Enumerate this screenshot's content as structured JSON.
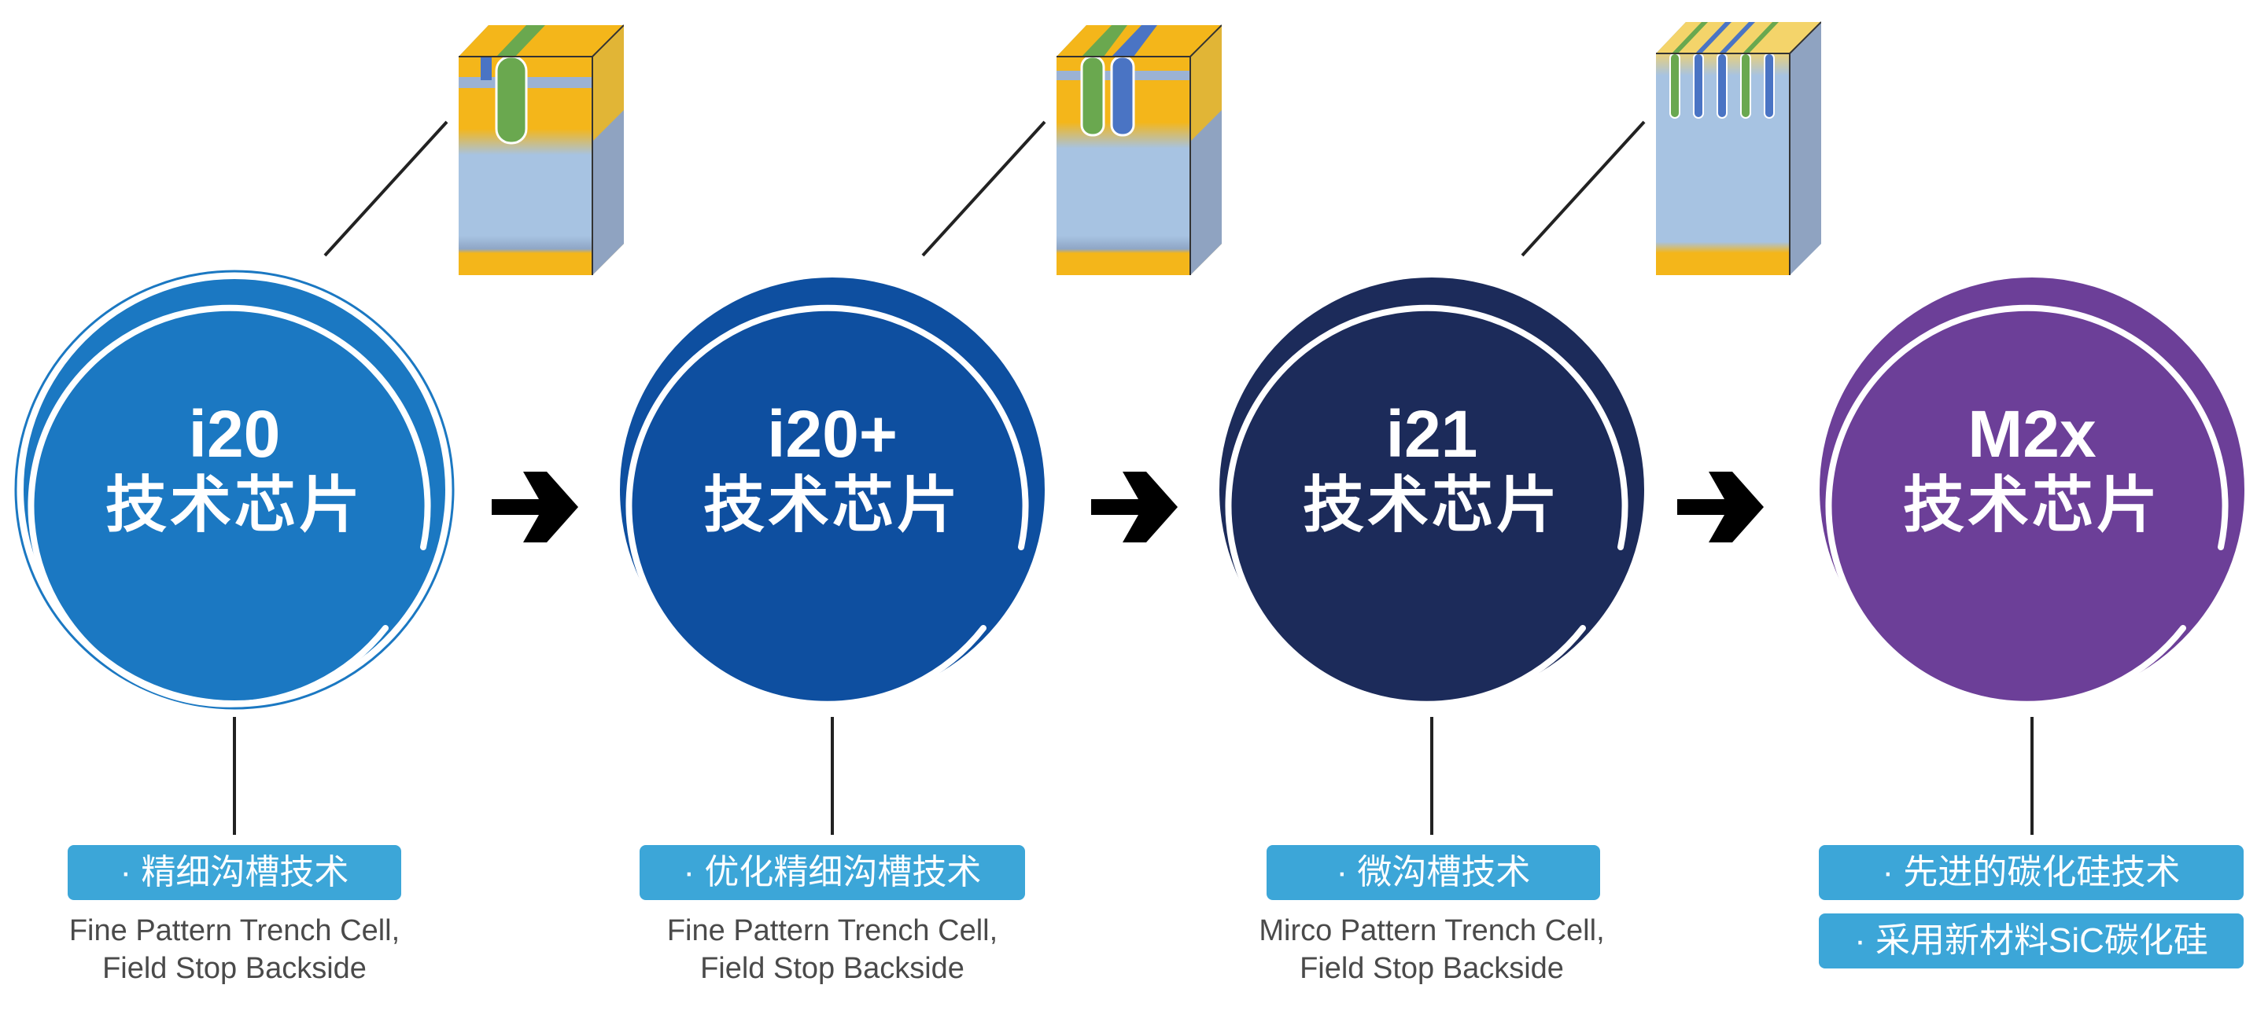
{
  "colors": {
    "i20": "#1b78c2",
    "i20plus": "#0e4fa0",
    "i21": "#1c2b5a",
    "m2x": "#6c3f98",
    "tag_bg": "#3ca6d8",
    "chip_gold": "#f4b61a",
    "chip_blue": "#a7c3e2",
    "trench_green": "#6aa84f",
    "trench_blue": "#4a74c4"
  },
  "icons": {
    "arrow": "arrow-right-icon"
  },
  "stages": [
    {
      "name": "i20",
      "subtitle": "技术芯片",
      "tags": [
        "· 精细沟槽技术"
      ],
      "desc": [
        "Fine Pattern Trench Cell,",
        "Field Stop Backside"
      ]
    },
    {
      "name": "i20+",
      "subtitle": "技术芯片",
      "tags": [
        "· 优化精细沟槽技术"
      ],
      "desc": [
        "Fine Pattern Trench Cell,",
        "Field Stop Backside"
      ]
    },
    {
      "name": "i21",
      "subtitle": "技术芯片",
      "tags": [
        "· 微沟槽技术"
      ],
      "desc": [
        "Mirco Pattern Trench Cell,",
        "Field Stop Backside"
      ]
    },
    {
      "name": "M2x",
      "subtitle": "技术芯片",
      "tags": [
        "· 先进的碳化硅技术",
        "· 采用新材料SiC碳化硅"
      ],
      "desc": []
    }
  ]
}
